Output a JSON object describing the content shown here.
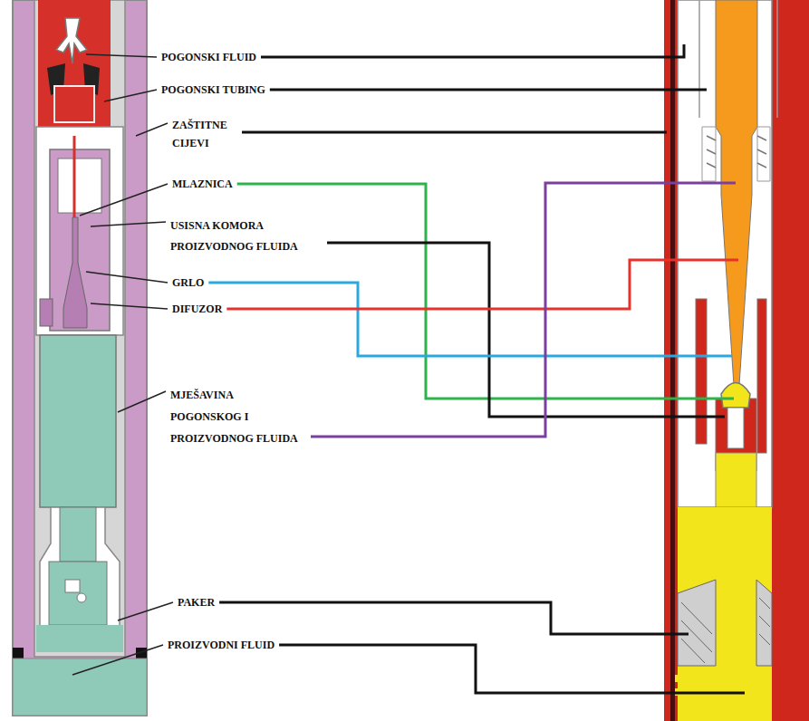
{
  "diagram": {
    "labels": [
      "POGONSKI FLUID",
      "POGONSKI TUBING",
      "ZAŠTITNE CIJEVI",
      "MLAZNICA",
      "USISNA KOMORA PROIZVODNOG FLUIDA",
      "GRLO",
      "DIFUZOR",
      "MJEŠAVINA POGONSKOG I PROIZVODNOG FLUIDA",
      "PAKER",
      "PROIZVODNI FLUID"
    ]
  }
}
